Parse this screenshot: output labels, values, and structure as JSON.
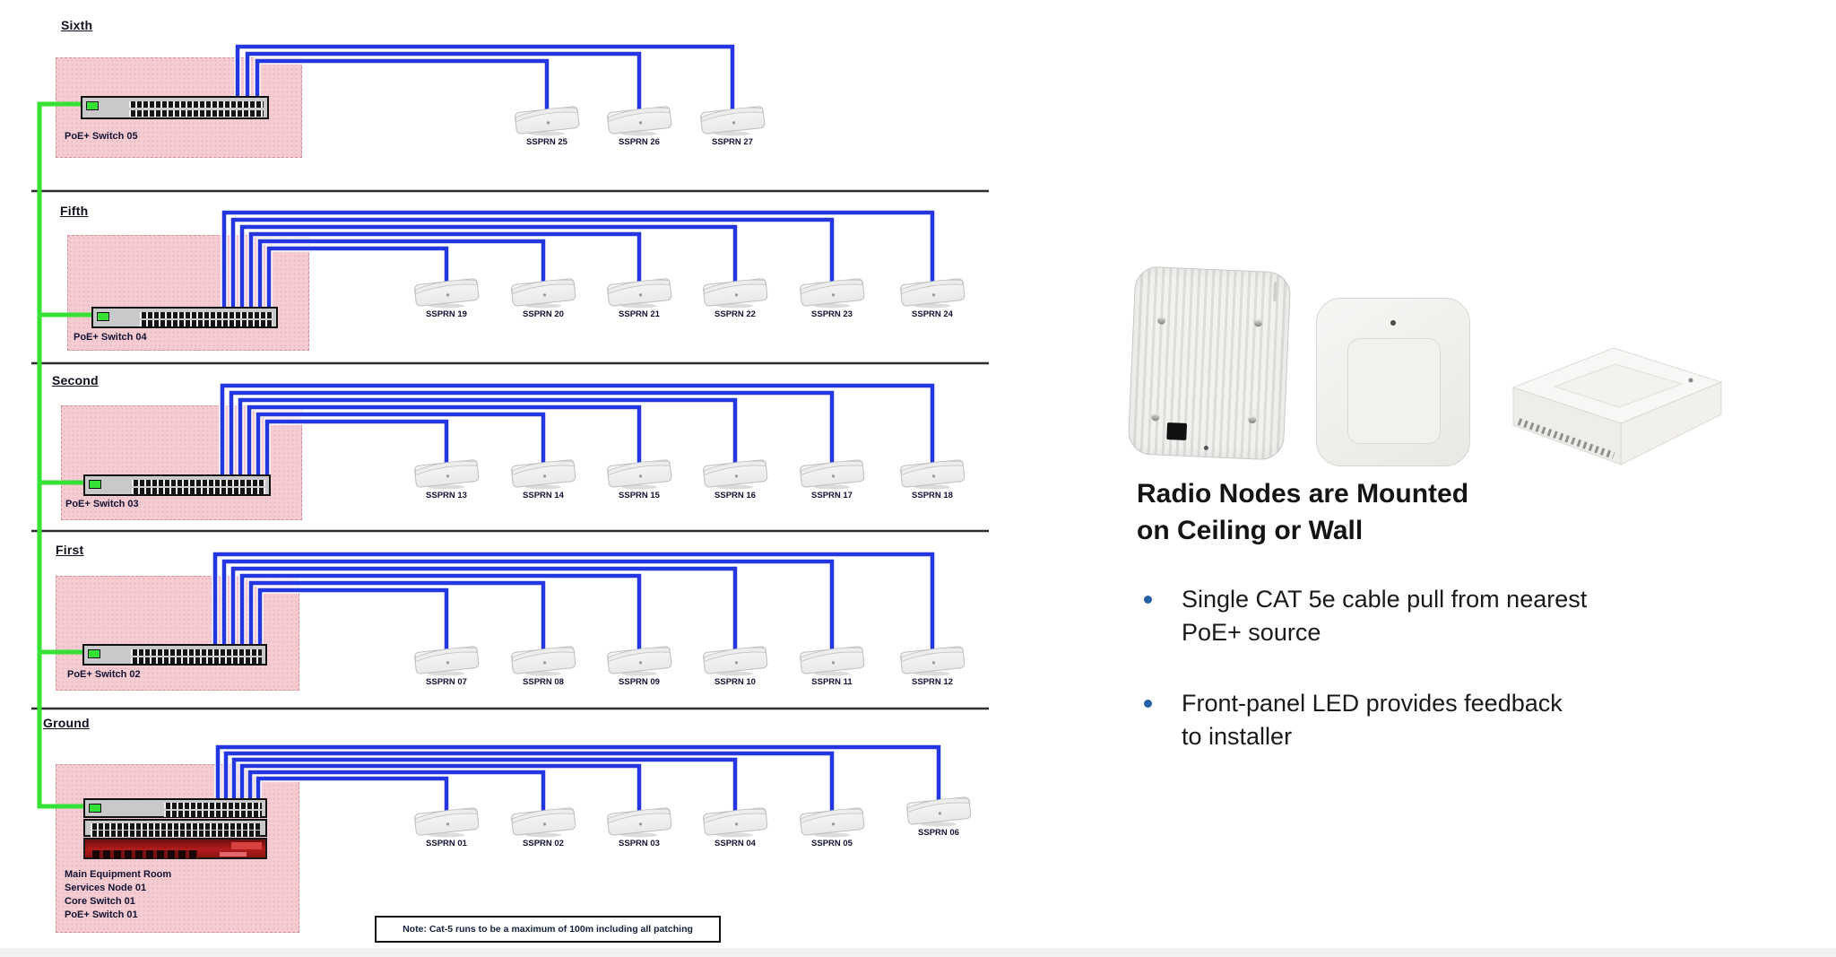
{
  "floors": [
    {
      "name": "Sixth",
      "switch": "PoE+ Switch 05",
      "nodes": [
        "SSPRN 25",
        "SSPRN 26",
        "SSPRN 27"
      ]
    },
    {
      "name": "Fifth",
      "switch": "PoE+ Switch 04",
      "nodes": [
        "SSPRN 19",
        "SSPRN 20",
        "SSPRN 21",
        "SSPRN 22",
        "SSPRN 23",
        "SSPRN 24"
      ]
    },
    {
      "name": "Second",
      "switch": "PoE+ Switch 03",
      "nodes": [
        "SSPRN 13",
        "SSPRN 14",
        "SSPRN 15",
        "SSPRN 16",
        "SSPRN 17",
        "SSPRN 18"
      ]
    },
    {
      "name": "First",
      "switch": "PoE+ Switch 02",
      "nodes": [
        "SSPRN 07",
        "SSPRN 08",
        "SSPRN 09",
        "SSPRN 10",
        "SSPRN 11",
        "SSPRN 12"
      ]
    },
    {
      "name": "Ground",
      "switch_labels": [
        "Main Equipment Room",
        "Services Node 01",
        "Core Switch 01",
        "PoE+ Switch 01"
      ],
      "nodes": [
        "SSPRN 01",
        "SSPRN 02",
        "SSPRN 03",
        "SSPRN 04",
        "SSPRN 05",
        "SSPRN 06"
      ]
    }
  ],
  "note": "Note: Cat-5 runs to be a maximum of 100m including all patching",
  "panel": {
    "heading_lines": [
      "Radio Nodes are Mounted",
      "on Ceiling or Wall"
    ],
    "bullets": [
      {
        "lines": [
          "Single CAT 5e cable pull from nearest",
          "PoE+ source"
        ]
      },
      {
        "lines": [
          "Front-panel LED provides feedback",
          "to installer"
        ]
      }
    ]
  },
  "colors": {
    "cat5_cable_blue": "#2336e0",
    "uplink_cable_green": "#35e135",
    "equipment_room_pink": "#f5ccd2",
    "bullet_dot_blue": "#2660a4"
  }
}
